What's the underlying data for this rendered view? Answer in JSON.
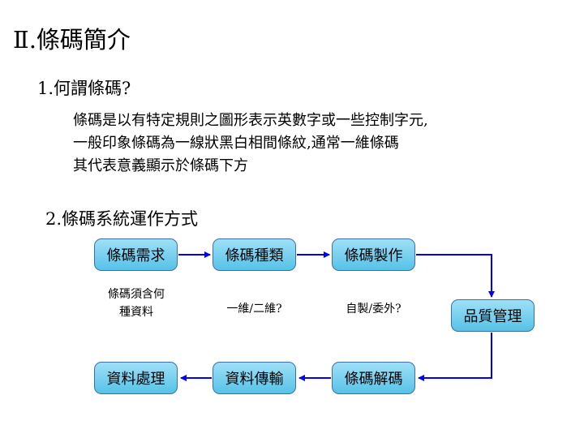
{
  "title": "Ⅱ.條碼簡介",
  "section1": {
    "heading": "1.何謂條碼?",
    "lines": [
      "條碼是以有特定規則之圖形表示英數字或一些控制字元,",
      "一般印象條碼為一線狀黑白相間條紋,通常一維條碼",
      "其代表意義顯示於條碼下方"
    ]
  },
  "section2": {
    "heading": "2.條碼系統運作方式",
    "boxes": {
      "need": "條碼需求",
      "type": "條碼種類",
      "make": "條碼製作",
      "quality": "品質管理",
      "decode": "條碼解碼",
      "transfer": "資料傳輸",
      "process": "資料處理"
    },
    "notes": {
      "need_line1": "條碼須含何",
      "need_line2": "種資料",
      "type": "一維/二維?",
      "make": "自製/委外?"
    }
  },
  "colors": {
    "box_fill": "#56c2e8",
    "box_border": "#3f6fa8",
    "arrow": "#0000ff"
  }
}
